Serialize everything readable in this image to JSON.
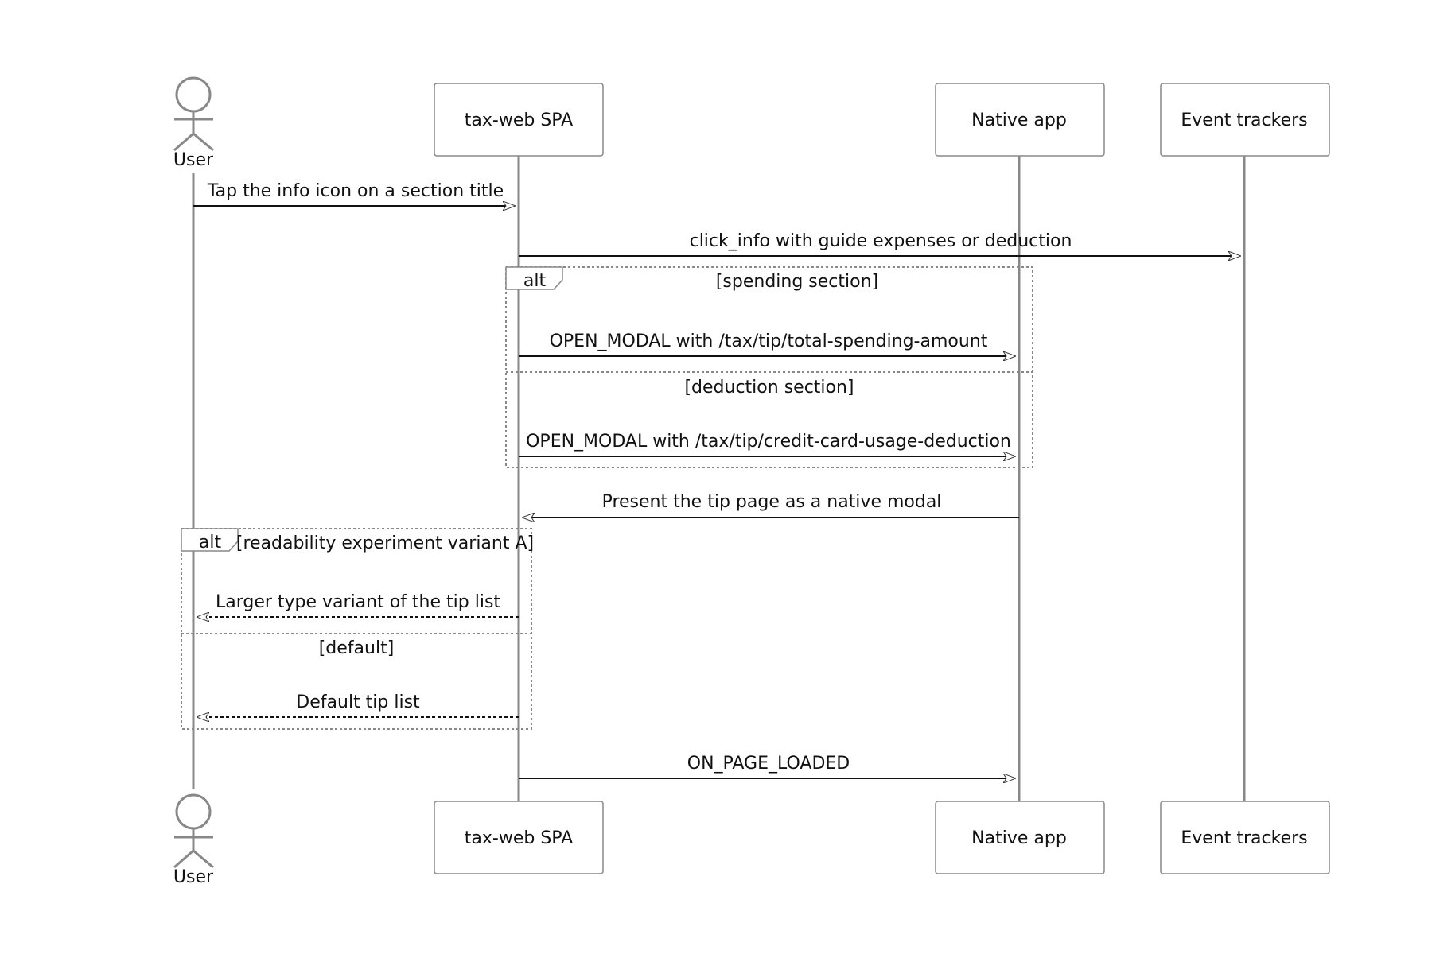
{
  "participants": [
    {
      "id": "user",
      "label": "User",
      "kind": "actor"
    },
    {
      "id": "spa",
      "label": "tax-web SPA",
      "kind": "box"
    },
    {
      "id": "native",
      "label": "Native app",
      "kind": "box"
    },
    {
      "id": "trackers",
      "label": "Event trackers",
      "kind": "box"
    }
  ],
  "messages": [
    {
      "from": "user",
      "to": "spa",
      "label": "Tap the info icon on a section title",
      "style": "solid"
    },
    {
      "from": "spa",
      "to": "trackers",
      "label": "click_info with guide expenses or deduction",
      "style": "solid"
    },
    {
      "from": "spa",
      "to": "native",
      "label": "OPEN_MODAL with /tax/tip/total-spending-amount",
      "style": "solid"
    },
    {
      "from": "spa",
      "to": "native",
      "label": "OPEN_MODAL with /tax/tip/credit-card-usage-deduction",
      "style": "solid"
    },
    {
      "from": "native",
      "to": "spa",
      "label": "Present the tip page as a native modal",
      "style": "solid"
    },
    {
      "from": "spa",
      "to": "user",
      "label": "Larger type variant of the tip list",
      "style": "dashed"
    },
    {
      "from": "spa",
      "to": "user",
      "label": "Default tip list",
      "style": "dashed"
    },
    {
      "from": "spa",
      "to": "native",
      "label": "ON_PAGE_LOADED",
      "style": "solid"
    }
  ],
  "fragments": [
    {
      "type": "alt",
      "conditions": [
        "[spending section]",
        "[deduction section]"
      ]
    },
    {
      "type": "alt",
      "conditions": [
        "[readability experiment variant A]",
        "[default]"
      ]
    }
  ],
  "colors": {
    "line": "#555555",
    "box_border": "#888888",
    "box_fill": "#ffffff",
    "frame": "#888888"
  }
}
